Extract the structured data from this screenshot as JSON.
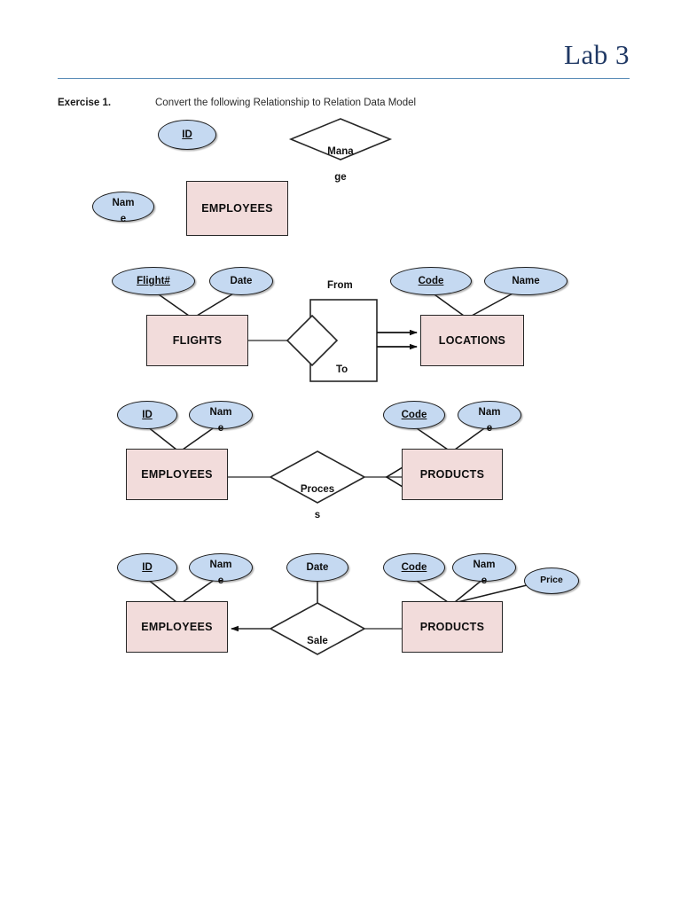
{
  "page": {
    "title": "Lab 3"
  },
  "exercise": {
    "label": "Exercise 1.",
    "text": "Convert the following Relationship to Relation Data Model"
  },
  "colors": {
    "entity_fill": "#f2dcdb",
    "entity_border": "#262626",
    "attribute_fill": "#c5d9f1",
    "attribute_border": "#1c1c1c",
    "relationship_fill": "#ffffff",
    "relationship_border": "#262626",
    "title_color": "#1f3864",
    "rule_color": "#5b8db8"
  },
  "diagrams": [
    {
      "id": "diagram-1",
      "name": "employees-manage",
      "entities": [
        {
          "name": "employees",
          "label": "EMPLOYEES"
        }
      ],
      "attributes": [
        {
          "name": "id",
          "label": "ID",
          "key": true
        },
        {
          "name": "name",
          "label": "Name",
          "key": false,
          "line1": "Nam",
          "line2": "e"
        }
      ],
      "relationships": [
        {
          "name": "manage",
          "label": "Manage",
          "line1": "Mana",
          "line2": "ge"
        }
      ]
    },
    {
      "id": "diagram-2",
      "name": "flights-locations",
      "entities": [
        {
          "name": "flights",
          "label": "FLIGHTS"
        },
        {
          "name": "locations",
          "label": "LOCATIONS"
        }
      ],
      "attributes": [
        {
          "name": "flight-number",
          "label": "Flight#",
          "key": true
        },
        {
          "name": "date",
          "label": "Date",
          "key": false
        },
        {
          "name": "code",
          "label": "Code",
          "key": true
        },
        {
          "name": "name",
          "label": "Name",
          "key": false
        }
      ],
      "relationships": [
        {
          "name": "unnamed-diamond",
          "label": ""
        }
      ],
      "edge_labels": [
        {
          "name": "from",
          "label": "From"
        },
        {
          "name": "to",
          "label": "To"
        }
      ]
    },
    {
      "id": "diagram-3",
      "name": "employees-process-products",
      "entities": [
        {
          "name": "employees",
          "label": "EMPLOYEES"
        },
        {
          "name": "products",
          "label": "PRODUCTS"
        }
      ],
      "attributes": [
        {
          "name": "employee-id",
          "label": "ID",
          "key": true
        },
        {
          "name": "employee-name",
          "label": "Name",
          "key": false,
          "line1": "Nam",
          "line2": "e"
        },
        {
          "name": "product-code",
          "label": "Code",
          "key": true
        },
        {
          "name": "product-name",
          "label": "Name",
          "key": false,
          "line1": "Nam",
          "line2": "e"
        }
      ],
      "relationships": [
        {
          "name": "process",
          "label": "Process",
          "line1": "Proces",
          "line2": "s"
        }
      ]
    },
    {
      "id": "diagram-4",
      "name": "employees-sale-products",
      "entities": [
        {
          "name": "employees",
          "label": "EMPLOYEES"
        },
        {
          "name": "products",
          "label": "PRODUCTS"
        }
      ],
      "attributes": [
        {
          "name": "employee-id",
          "label": "ID",
          "key": true
        },
        {
          "name": "employee-name",
          "label": "Name",
          "key": false,
          "line1": "Nam",
          "line2": "e"
        },
        {
          "name": "sale-date",
          "label": "Date",
          "key": false
        },
        {
          "name": "product-code",
          "label": "Code",
          "key": true
        },
        {
          "name": "product-name",
          "label": "Name",
          "key": false,
          "line1": "Nam",
          "line2": "e"
        },
        {
          "name": "product-price",
          "label": "Price",
          "key": false
        }
      ],
      "relationships": [
        {
          "name": "sale",
          "label": "Sale"
        }
      ]
    }
  ]
}
